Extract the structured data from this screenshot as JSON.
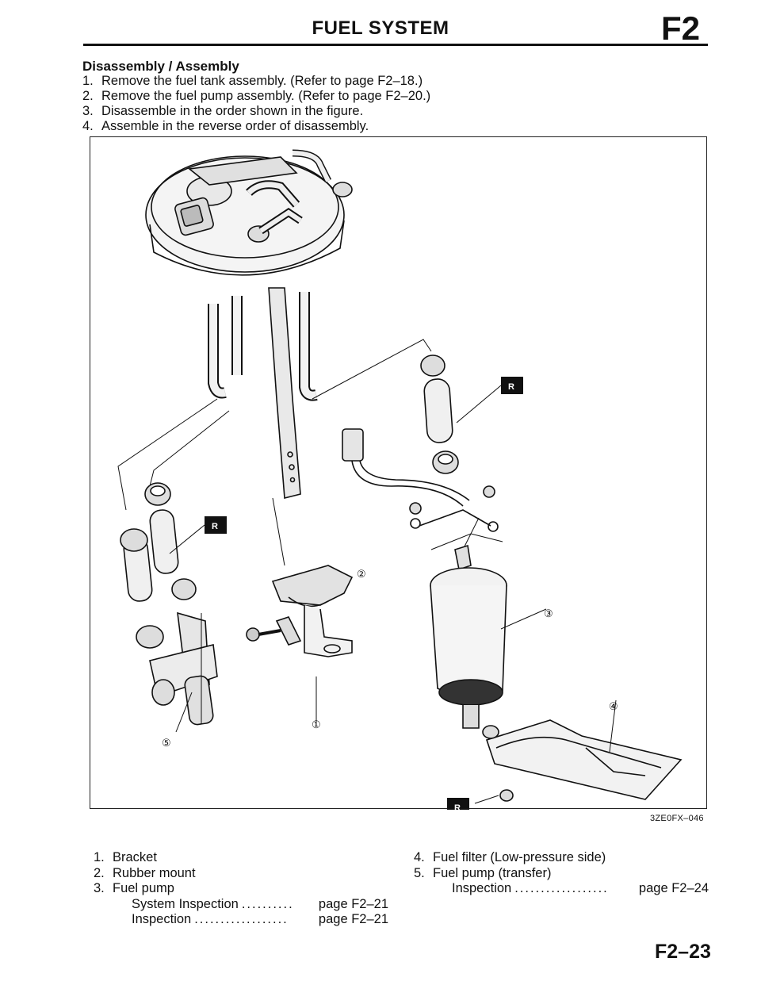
{
  "header": {
    "title": "FUEL SYSTEM",
    "section_code": "F2"
  },
  "procedure": {
    "heading": "Disassembly / Assembly",
    "steps": [
      {
        "num": "1.",
        "text": "Remove the fuel tank assembly. (Refer to page F2–18.)"
      },
      {
        "num": "2.",
        "text": "Remove the fuel pump assembly. (Refer to page F2–20.)"
      },
      {
        "num": "3.",
        "text": "Disassemble in the order shown in the figure."
      },
      {
        "num": "4.",
        "text": "Assemble in the reverse order of disassembly."
      }
    ]
  },
  "figure": {
    "code": "3ZE0FX–046",
    "badge_text": "R",
    "callouts": [
      "①",
      "②",
      "③",
      "④",
      "⑤"
    ]
  },
  "parts_left": [
    {
      "num": "1.",
      "name": "Bracket"
    },
    {
      "num": "2.",
      "name": "Rubber mount"
    },
    {
      "num": "3.",
      "name": "Fuel pump"
    }
  ],
  "parts_left_sub": [
    {
      "label": "System Inspection",
      "leader": "..........",
      "ref": "page F2–21"
    },
    {
      "label": "Inspection",
      "leader": "..................",
      "ref": "page F2–21"
    }
  ],
  "parts_right": [
    {
      "num": "4.",
      "name": "Fuel filter (Low-pressure side)"
    },
    {
      "num": "5.",
      "name": "Fuel pump (transfer)"
    }
  ],
  "parts_right_sub": [
    {
      "label": "Inspection",
      "leader": "..................",
      "ref": "page F2–24"
    }
  ],
  "page_number": "F2–23"
}
